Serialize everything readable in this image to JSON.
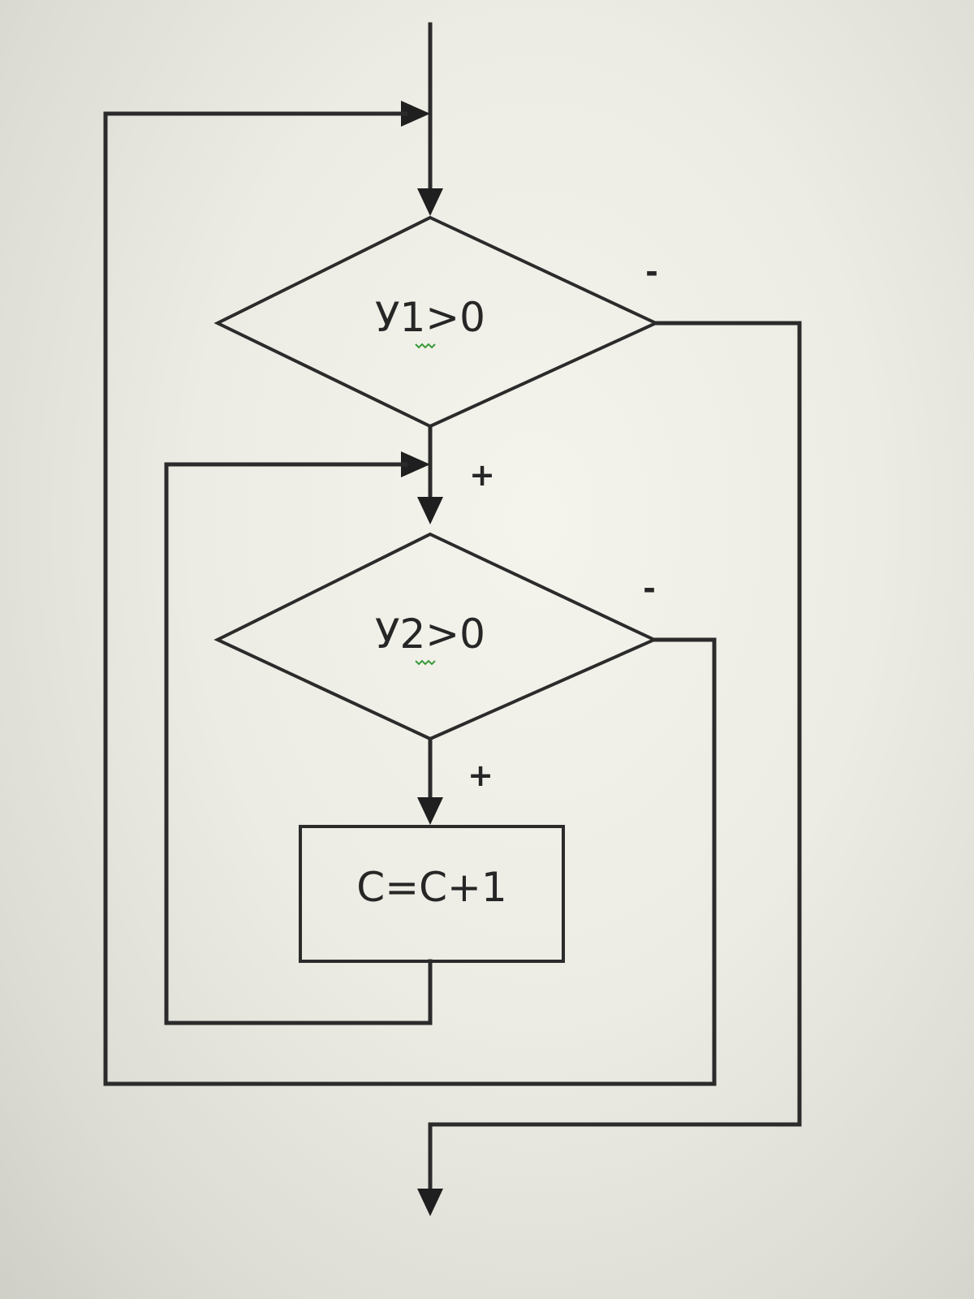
{
  "flowchart": {
    "condition1": {
      "text": "У1>0",
      "yes_label": "+",
      "no_label": "-"
    },
    "condition2": {
      "text": "У2>0",
      "yes_label": "+",
      "no_label": "-"
    },
    "process": {
      "text": "C=C+1"
    }
  }
}
